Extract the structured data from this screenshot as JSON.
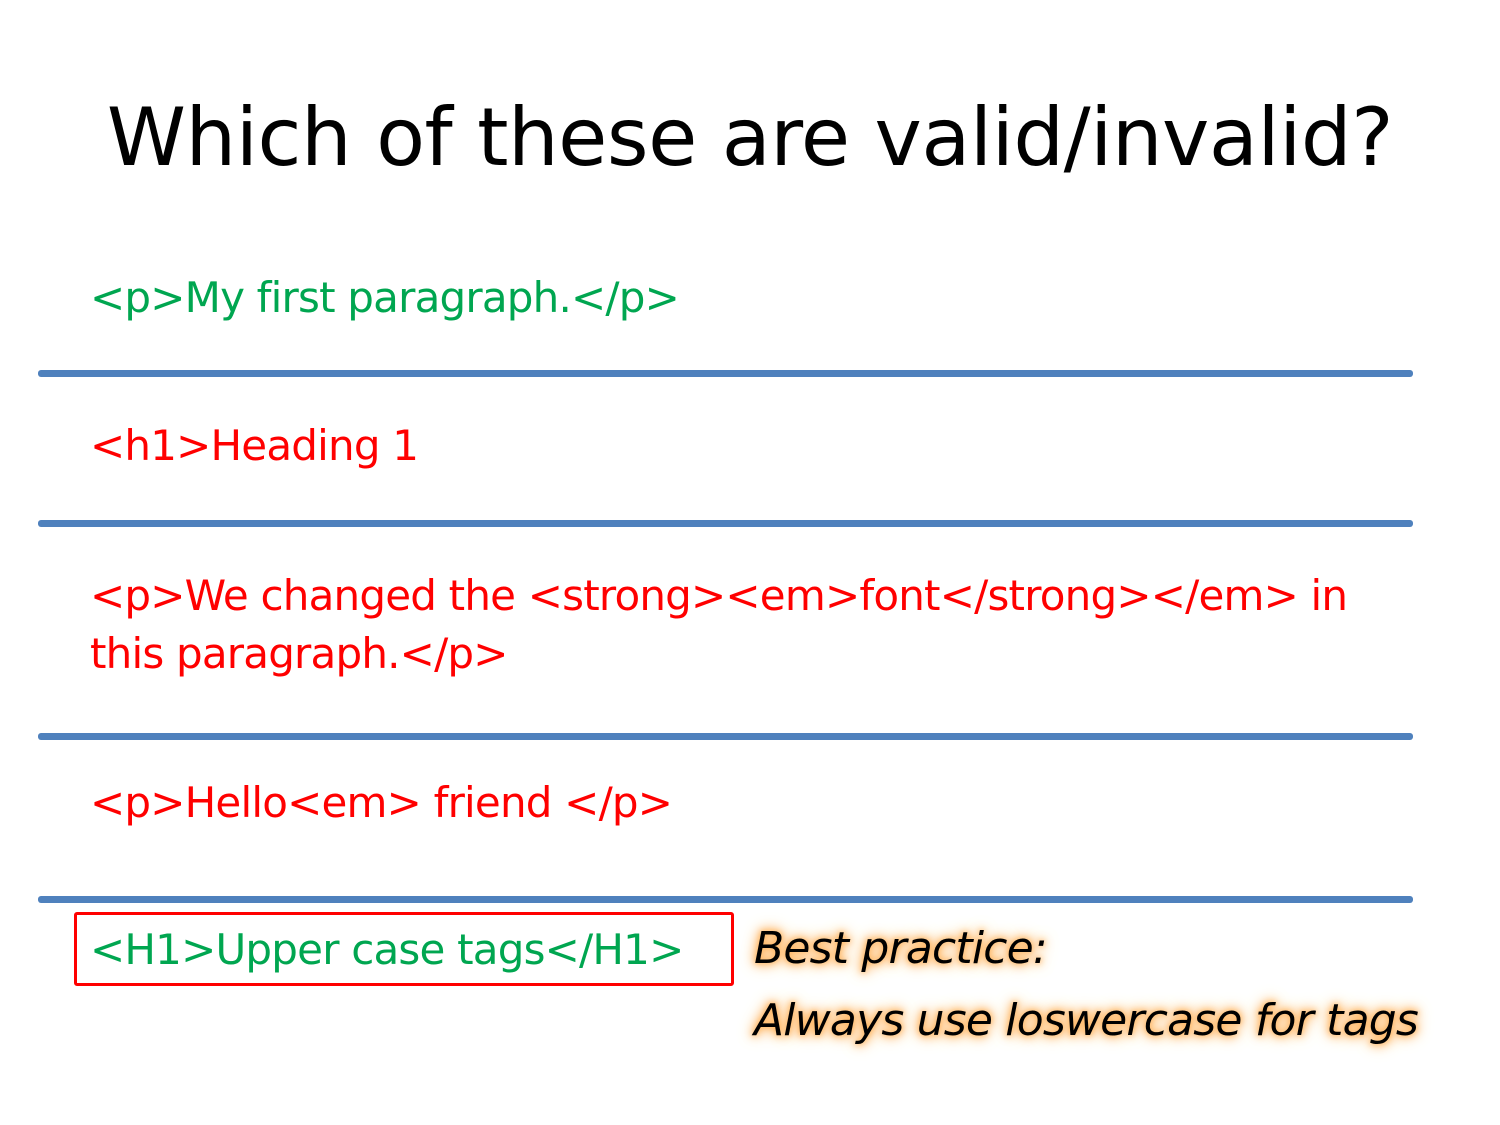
{
  "slide": {
    "title": "Which of these are valid/invalid?",
    "items": [
      {
        "text": "<p>My first paragraph.</p>",
        "color": "#00a650"
      },
      {
        "text": "<h1>Heading 1",
        "color": "#ff0000"
      },
      {
        "text": "<p>We changed the <strong><em>font</strong></em> in this paragraph.</p>",
        "color": "#ff0000"
      },
      {
        "text": "<p>Hello<em> friend </p>",
        "color": "#ff0000"
      },
      {
        "text": "<H1>Upper case tags</H1>",
        "color": "#00a650"
      }
    ],
    "note_line1": "Best practice:",
    "note_line2": "Always use loswercase for tags"
  },
  "colors": {
    "valid": "#00a650",
    "invalid": "#ff0000",
    "divider": "#4f81bd",
    "highlight_box": "#ff0000",
    "note_glow": "#ffb35c"
  }
}
